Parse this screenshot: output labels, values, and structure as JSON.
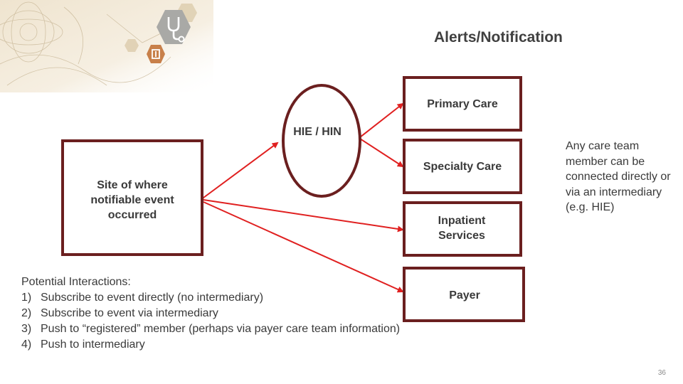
{
  "title": "Alerts/Notification",
  "nodes": {
    "primary_care": "Primary Care",
    "hie": "HIE / HIN",
    "specialty_care": "Specialty Care",
    "site": "Site of where notifiable event occurred",
    "inpatient": "Inpatient Services",
    "payer": "Payer"
  },
  "side_note": "Any care team member can be connected directly or via an intermediary (e.g. HIE)",
  "interactions": {
    "heading": "Potential Interactions:",
    "items": [
      {
        "num": "1)",
        "text": "Subscribe to event directly (no intermediary)"
      },
      {
        "num": "2)",
        "text": "Subscribe to event via intermediary"
      },
      {
        "num": "3)",
        "text": "Push to “registered” member  (perhaps via payer care team information)"
      },
      {
        "num": "4)",
        "text": "Push to intermediary"
      }
    ]
  },
  "page_number": "36",
  "colors": {
    "box_border": "#6b1f1f",
    "arrow": "#e02020",
    "hex_icon_gray": "#a9a9a6",
    "hex_icon_orange": "#c8804a"
  },
  "icons": [
    "stethoscope-icon",
    "medical-chart-icon"
  ]
}
